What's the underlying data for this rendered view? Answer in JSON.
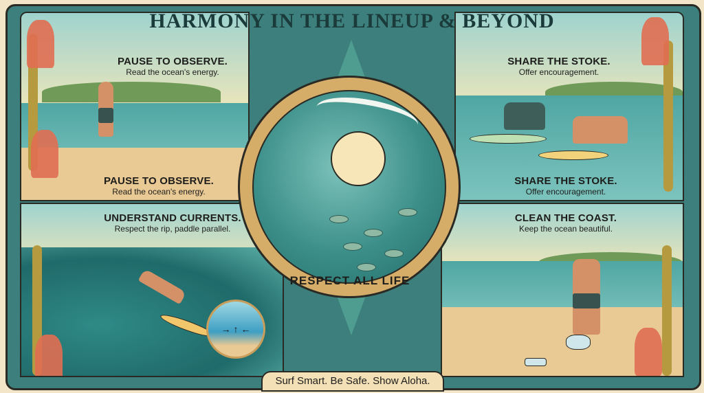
{
  "poster": {
    "title": "HARMONY IN THE LINEUP & BEYOND",
    "footer": "Surf Smart. Be Safe. Show Aloha.",
    "colors": {
      "background_parchment": "#f3e6c8",
      "title_ink": "#1b3b3b",
      "ocean_teal": "#3d8f89",
      "gold_frame": "#d5ad69",
      "coral": "#e06e52",
      "sand": "#e9c994"
    }
  },
  "panels": {
    "top_left": {
      "heading_top": "PAUSE TO OBSERVE.",
      "sub_top": "Read the ocean's energy.",
      "heading_bottom": "PAUSE TO OBSERVE.",
      "sub_bottom": "Read the ocean's energy."
    },
    "top_right": {
      "heading_top": "SHARE THE STOKE.",
      "sub_top": "Offer encouragement.",
      "heading_bottom": "SHARE THE STOKE.",
      "sub_bottom": "Offer encouragement."
    },
    "bottom_left": {
      "heading": "UNDERSTAND CURRENTS.",
      "sub": "Respect the rip, paddle parallel."
    },
    "bottom_right": {
      "heading": "CLEAN THE COAST.",
      "sub": "Keep the ocean beautiful."
    }
  },
  "medallion": {
    "ribbon_text": "RESPECT ALL LIFE"
  },
  "rip_inset": {
    "arrows": "→ ↑ ←"
  }
}
